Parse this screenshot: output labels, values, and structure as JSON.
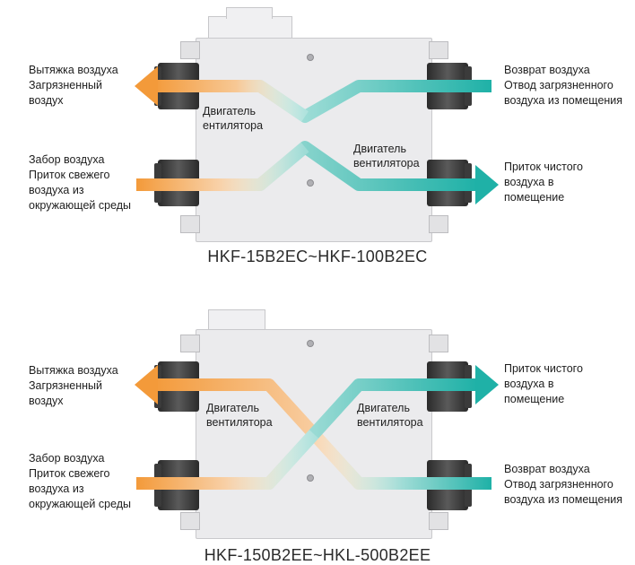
{
  "diagrams": [
    {
      "model": "HKF-15B2EC~HKF-100B2EC",
      "left_top_label": "Вытяжка воздуха\nЗагрязненный\nвоздух",
      "left_bottom_label": "Забор воздуха\nПриток свежего\nвоздуха из\nокружающей среды",
      "right_top_label": "Возврат воздуха\nОтвод загрязненного\nвоздуха из помещения",
      "right_bottom_label": "Приток чистого\nвоздуха в\nпомещение",
      "motor_left": "Двигатель\nентилятора",
      "motor_right": "Двигатель\nвентилятора"
    },
    {
      "model": "HKF-150B2EE~HKL-500B2EE",
      "left_top_label": "Вытяжка воздуха\nЗагрязненный\nвоздух",
      "left_bottom_label": "Забор воздуха\nПриток свежего\nвоздуха из\nокружающей среды",
      "right_top_label": "Приток чистого\nвоздуха в\nпомещение",
      "right_bottom_label": "Возврат воздуха\nОтвод загрязненного\nвоздуха из помещения",
      "motor_left": "Двигатель\nвентилятора",
      "motor_right": "Двигатель\nвентилятора"
    }
  ],
  "colors": {
    "warm": "#f39a3a",
    "cool": "#1fb1a7",
    "casing": "#ebebed"
  }
}
